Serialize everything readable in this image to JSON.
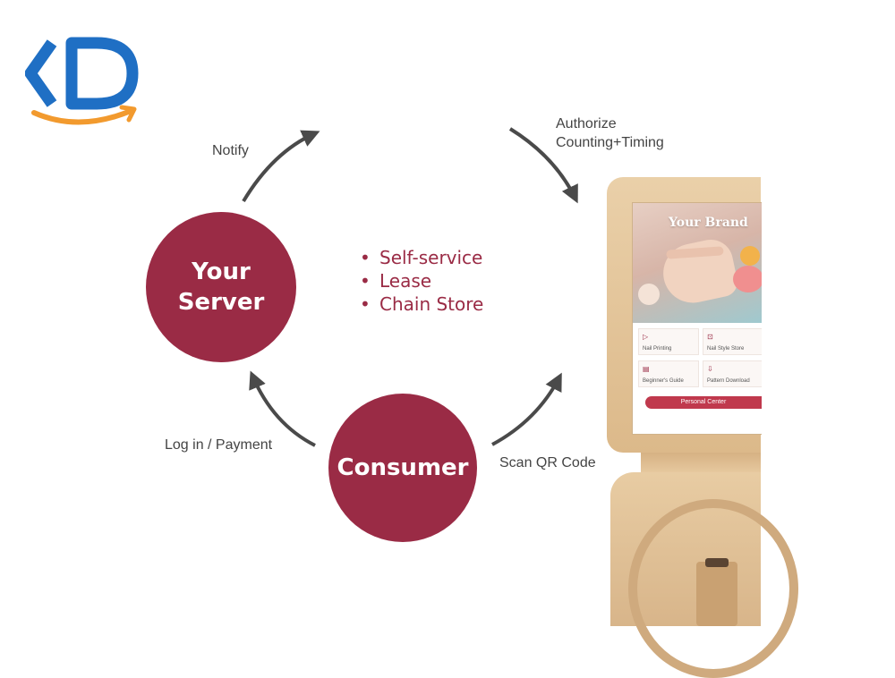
{
  "logo": {
    "text": "KD",
    "primary_color": "#1f6fc4",
    "accent_color": "#f29a2e"
  },
  "nodes": {
    "server": {
      "line1": "Your",
      "line2": "Server"
    },
    "consumer": {
      "label": "Consumer"
    },
    "color": "#9a2b45"
  },
  "edges": {
    "notify": "Notify",
    "authorize_line1": "Authorize",
    "authorize_line2": "Counting+Timing",
    "login": "Log in / Payment",
    "scan": "Scan QR Code"
  },
  "features": [
    "Self-service",
    "Lease",
    "Chain Store"
  ],
  "kiosk": {
    "brand": "Your Brand",
    "tiles": [
      "Nail Printing",
      "Nail Style Store",
      "Beginner's Guide",
      "Pattern Download"
    ],
    "personal_button": "Personal Center"
  }
}
